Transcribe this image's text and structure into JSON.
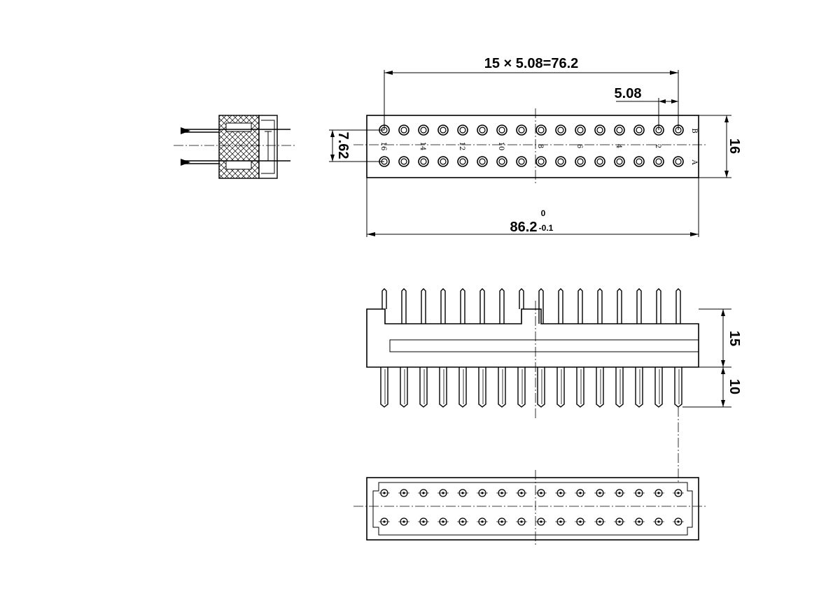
{
  "dimensions": {
    "pitch_total": "15 × 5.08=76.2",
    "pitch": "5.08",
    "row_spacing": "7.62",
    "body_depth": "16",
    "length_main": "86.2",
    "tol_upper": "0",
    "tol_lower": "-0.1",
    "height": "15",
    "pin_length": "10"
  },
  "row_labels": {
    "top": "B",
    "bottom": "A"
  },
  "pin_numbers": [
    "16",
    "14",
    "12",
    "10",
    "8",
    "6",
    "4",
    "2"
  ],
  "pin_count_per_row": 16
}
